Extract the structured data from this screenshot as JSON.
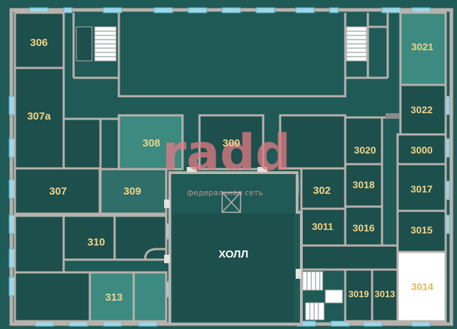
{
  "plan": {
    "colors": {
      "background": "#1f5a56",
      "room_dark": "#1d4f4c",
      "room_mid": "#2f6e69",
      "room_highlight": "#3c8a80",
      "room_white": "#ffffff",
      "wall": "#b8b2ad",
      "window": "#9fd6e6",
      "label": "#f2d488"
    },
    "rooms": {
      "r306": "306",
      "r307a": "307а",
      "r307": "307",
      "r308": "308",
      "r300": "300",
      "r309": "309",
      "r310": "310",
      "r313": "313",
      "r302": "302",
      "r3011": "3011",
      "r3018": "3018",
      "r3016": "3016",
      "r3020": "3020",
      "r3021": "3021",
      "r3022": "3022",
      "r3000": "3000",
      "r3017": "3017",
      "r3015": "3015",
      "r3014": "3014",
      "r3019": "3019",
      "r3013": "3013"
    },
    "hall": "ХОЛЛ",
    "watermark": {
      "logo": "radd",
      "caption": "федеральная сеть"
    }
  }
}
